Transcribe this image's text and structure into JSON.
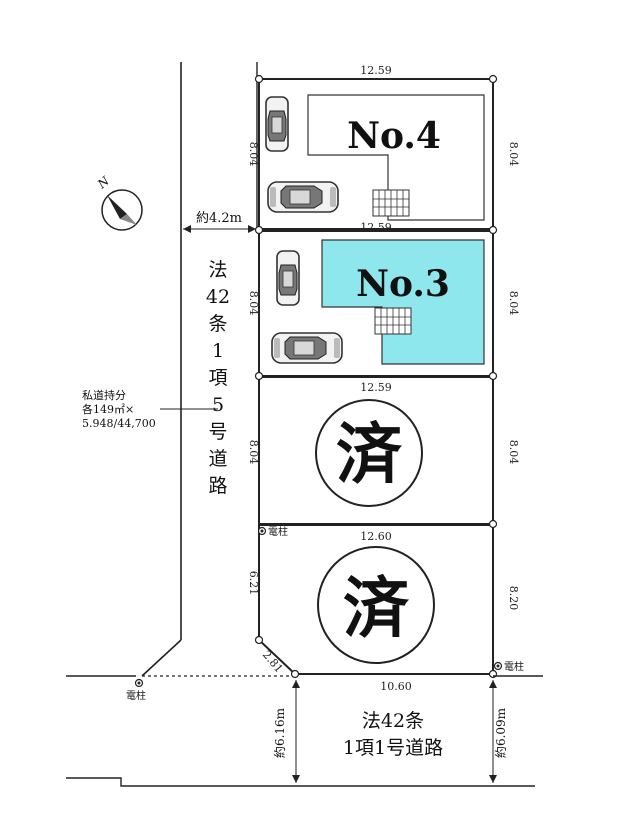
{
  "compass": {
    "label": "N",
    "icon": "north-arrow-icon"
  },
  "lots": [
    {
      "id": "no4",
      "label": "No.4",
      "top_width": "12.59",
      "left_depth": "8.04",
      "right_depth": "8.04",
      "status": "available"
    },
    {
      "id": "no3",
      "label": "No.3",
      "top_width": "12.59",
      "left_depth": "8.04",
      "right_depth": "8.04",
      "status": "highlighted",
      "highlight_color": "#8fe7ee"
    },
    {
      "id": "lot2",
      "label": "済",
      "top_width": "12.59",
      "left_depth": "8.04",
      "right_depth": "8.04",
      "status": "sold"
    },
    {
      "id": "lot1",
      "label": "済",
      "top_width": "12.60",
      "left_depth": "6.21",
      "right_depth": "8.20",
      "corner_cut": "2.81",
      "bottom_width": "10.60",
      "status": "sold"
    }
  ],
  "west_road": {
    "width": "約4.2m",
    "name_chars": [
      "法",
      "42",
      "条",
      "1",
      "項",
      "5",
      "号",
      "道",
      "路"
    ]
  },
  "private_road_share": {
    "lines": [
      "私道持分",
      "各149㎡×",
      "5.948/44,700"
    ]
  },
  "south_road": {
    "name_lines": [
      "法42条",
      "1項1号道路"
    ],
    "left_width": "約6.16m",
    "right_width": "約6.09m"
  },
  "utility_poles": [
    {
      "id": "pole-lot1-nw",
      "label": "電柱"
    },
    {
      "id": "pole-lot1-se",
      "label": "電柱"
    },
    {
      "id": "pole-road-corner",
      "label": "電柱"
    }
  ]
}
